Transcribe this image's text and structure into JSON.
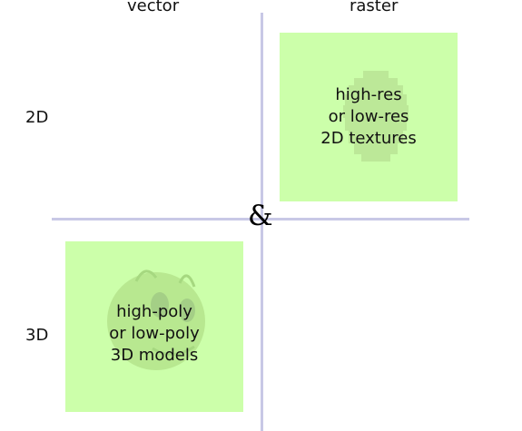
{
  "columns": {
    "vector": "vector",
    "raster": "raster"
  },
  "rows": {
    "two_d": "2D",
    "three_d": "3D"
  },
  "center_symbol": "&",
  "raster_panel": {
    "lines": [
      "high-res",
      "or low-res",
      "2D textures"
    ]
  },
  "vector_panel": {
    "lines": [
      "high-poly",
      "or low-poly",
      "3D models"
    ]
  },
  "colors": {
    "panel": "#ccffaa",
    "axis": "#c8c8e6",
    "decoration": "#b8e890"
  }
}
